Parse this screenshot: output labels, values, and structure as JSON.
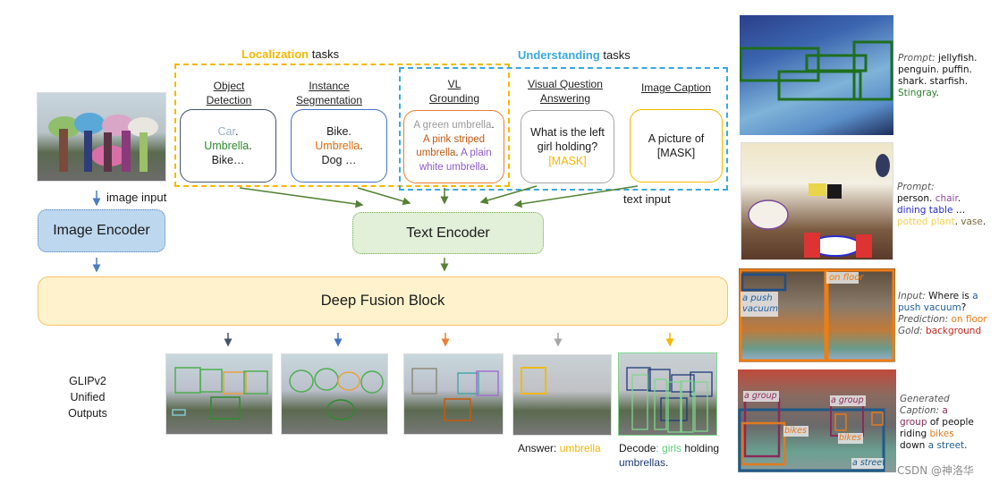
{
  "groups": {
    "localization": {
      "highlight": "Localization",
      "suffix": " tasks"
    },
    "understanding": {
      "highlight": "Understanding",
      "suffix": " tasks"
    }
  },
  "tasks": [
    {
      "heading": [
        "Object",
        "Detection"
      ]
    },
    {
      "heading": [
        "Instance",
        "Segmentation"
      ]
    },
    {
      "heading": [
        "VL",
        "Grounding"
      ]
    },
    {
      "heading": [
        "Visual Question",
        "Answering"
      ]
    },
    {
      "heading": [
        "Image Caption"
      ]
    }
  ],
  "prompts": {
    "detection": {
      "l1a": "Car",
      "l1b": ".",
      "l2a": "Umbrella",
      "l2b": ".",
      "l3": "Bike…"
    },
    "segmentation": {
      "l1": "Bike.",
      "l2a": "Umbrella",
      "l2b": ".",
      "l3": "Dog …"
    },
    "grounding": {
      "l1a": "A green umbrella",
      "l1b": ".",
      "l2": "A pink striped",
      "l3a": "umbrella",
      "l3b": ". ",
      "l3c": "A plain",
      "l4a": "white umbrella",
      "l4b": "."
    },
    "vqa": {
      "l1": "What is the left",
      "l2": "girl holding?",
      "l3": "[MASK]"
    },
    "caption": {
      "l1": "A picture of",
      "l2": "[MASK]"
    }
  },
  "labels": {
    "image_input": "image input",
    "text_input": "text input",
    "image_encoder": "Image Encoder",
    "text_encoder": "Text Encoder",
    "fusion": "Deep Fusion Block",
    "outputs_title": [
      "GLIPv2",
      "Unified Outputs"
    ]
  },
  "outputs": {
    "vqa_answer": {
      "prefix": "Answer: ",
      "value": "umbrella"
    },
    "caption_decode": {
      "prefix": "Decode",
      "colon": ": ",
      "w1": "girls",
      "w2": " holding",
      "w3": "umbrellas",
      "end": "."
    }
  },
  "examples": {
    "ex1": {
      "prompt_label": "Prompt:",
      "text1": " jellyfish.",
      "text2": "penguin. puffin.",
      "text3": "shark. starfish.",
      "hl": "Stingray",
      "end": "."
    },
    "ex2": {
      "prompt_label": "Prompt:",
      "p": "person",
      "c": "chair",
      "d": "dining table",
      "ell": " …",
      "pp": "potted plant",
      "v": "vase"
    },
    "ex3": {
      "input_label": "Input:",
      "q1": " Where is ",
      "q2": "a",
      "q3": "push vacuum",
      "q4": "?",
      "pred_label": "Prediction:",
      "pred": " on floor",
      "gold_label": "Gold:",
      "gold": " background",
      "box_labels": [
        "on floor",
        "a push",
        "vacuum"
      ]
    },
    "ex4": {
      "l1": "Generated",
      "l2": "Caption:",
      "a": " a",
      "group": "group",
      "of": " of people",
      "riding": "riding ",
      "bikes": "bikes",
      "down": "down ",
      "street": "a street",
      "end": ".",
      "box_labels": [
        "a group",
        "a group",
        "bikes",
        "bikes",
        "a street"
      ]
    }
  },
  "watermark": "CSDN @神洛华",
  "colors": {
    "localization": "#f5b800",
    "understanding": "#3aa8e0",
    "arrow_green": "#548235",
    "encoder_blue": "#bdd7ee",
    "encoder_green": "#e2efd9",
    "fusion_fill": "#fff2cc",
    "fusion_border": "#f2c567"
  }
}
